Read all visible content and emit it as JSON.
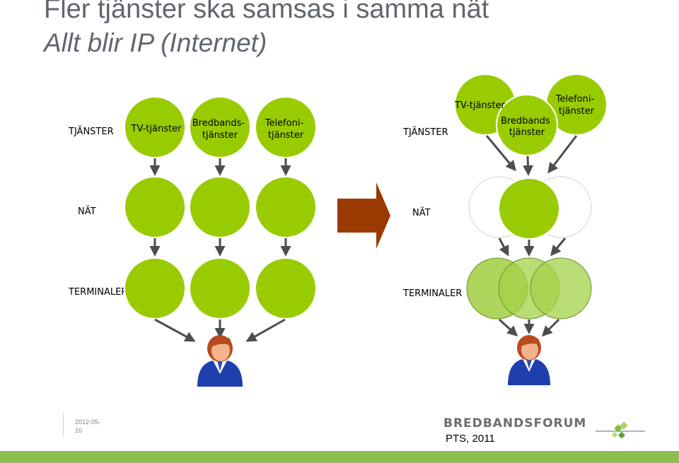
{
  "header": {
    "title": "Fler tjänster ska samsas i samma nät",
    "subtitle": "Allt blir IP (Internet)"
  },
  "left_diagram": {
    "row_labels": {
      "services": "TJÄNSTER",
      "network": "NÄT",
      "terminals": "TERMINALER"
    },
    "services": [
      {
        "lines": [
          "TV-tjänster"
        ]
      },
      {
        "lines": [
          "Bredbands-",
          "tjänster"
        ]
      },
      {
        "lines": [
          "Telefoni-",
          "tjänster"
        ]
      }
    ]
  },
  "right_diagram": {
    "row_labels": {
      "services": "TJÄNSTER",
      "network": "NÄT",
      "terminals": "TERMINALER"
    },
    "services": [
      {
        "lines": [
          "TV-tjänster"
        ]
      },
      {
        "lines": [
          "Bredbands",
          "tjänster"
        ]
      },
      {
        "lines": [
          "Telefoni-",
          "tjänster"
        ]
      }
    ]
  },
  "colors": {
    "circle_fill": "#99cc00",
    "circle_stroke": "#ffffff",
    "terminal_light_fill": "#a3d14a",
    "arrow_gray": "#4d4d4d",
    "transition_arrow": "#9a3a00",
    "bottom_bar": "#8cbf4d",
    "title": "#5f6670"
  },
  "icons": {
    "user": "user-icon",
    "transition": "right-arrow-icon",
    "logo_mark": "leaf-logo-icon"
  },
  "footer": {
    "date": "2012-05-10",
    "brand_part1": "BREDBANDS",
    "brand_part2": "FORUM",
    "credit": "PTS, 2011"
  }
}
